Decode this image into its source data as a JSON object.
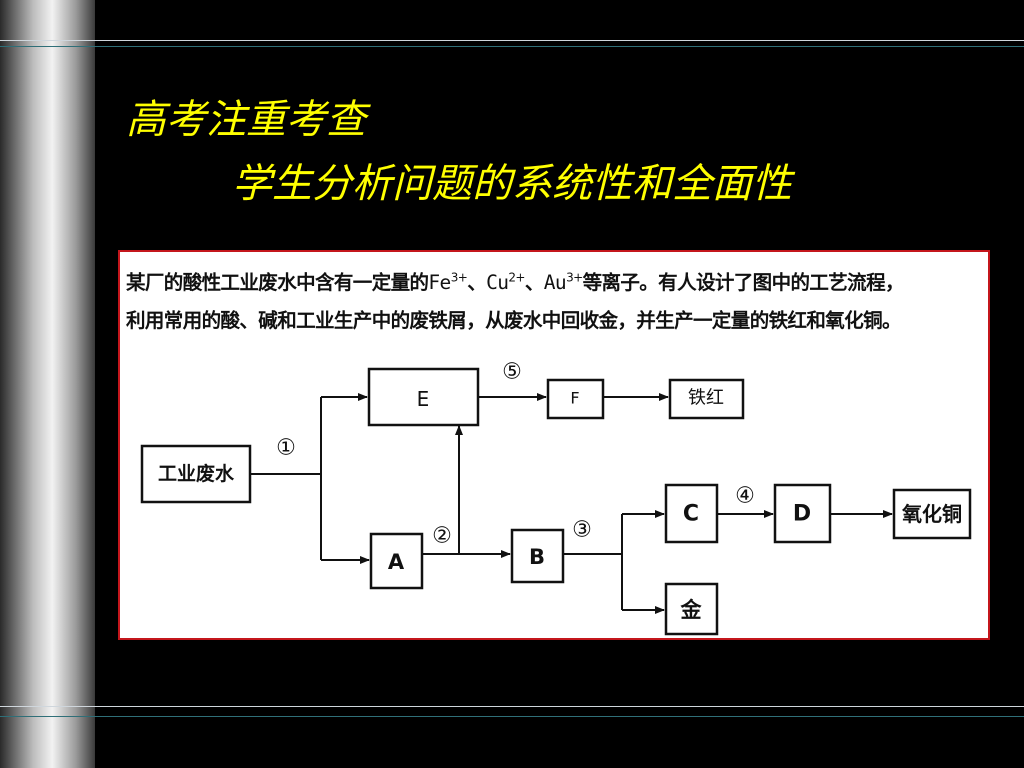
{
  "title": {
    "line1": "高考注重考查",
    "line2": "学生分析问题的系统性和全面性"
  },
  "problem": {
    "line1_before": "某厂的酸性工业废水中含有一定量的",
    "ion1": "Fe",
    "ion1_charge": "3+",
    "sep1": "、",
    "ion2": "Cu",
    "ion2_charge": "2+",
    "sep2": "、",
    "ion3": "Au",
    "ion3_charge": "3+",
    "line1_after": "等离子。有人设计了图中的工艺流程，",
    "line2": "利用常用的酸、碱和工业生产中的废铁屑，从废水中回收金，并生产一定量的铁红和氧化铜。"
  },
  "flowchart": {
    "boxes": {
      "waste_water": "工业废水",
      "e": "E",
      "f": "F",
      "iron_red": "铁红",
      "a": "A",
      "b": "B",
      "c": "C",
      "d": "D",
      "copper_oxide": "氧化铜",
      "gold": "金"
    },
    "steps": {
      "s1": "①",
      "s2": "②",
      "s3": "③",
      "s4": "④",
      "s5": "⑤"
    }
  },
  "colors": {
    "title": "#ffff00",
    "panel_border": "#c4161c",
    "background": "#000000"
  }
}
